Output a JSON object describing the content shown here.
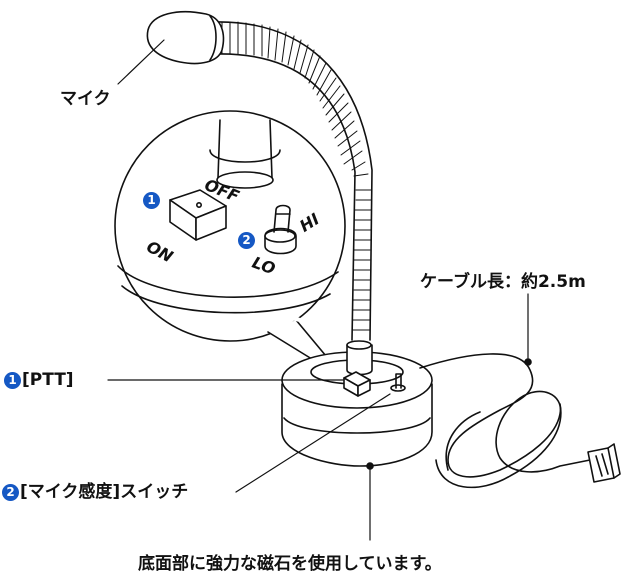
{
  "colors": {
    "accent": "#1558c4",
    "line": "#111111",
    "background": "#ffffff"
  },
  "labels": {
    "mic": "マイク",
    "cable": "ケーブル長：約2.5m",
    "ptt": "[PTT]",
    "sensitivity": "[マイク感度]スイッチ",
    "base_note": "底面部に強力な磁石を使用しています。"
  },
  "badges": {
    "one": "1",
    "two": "2"
  },
  "switch_labels": {
    "off": "OFF",
    "on": "ON",
    "hi": "HI",
    "lo": "LO"
  }
}
